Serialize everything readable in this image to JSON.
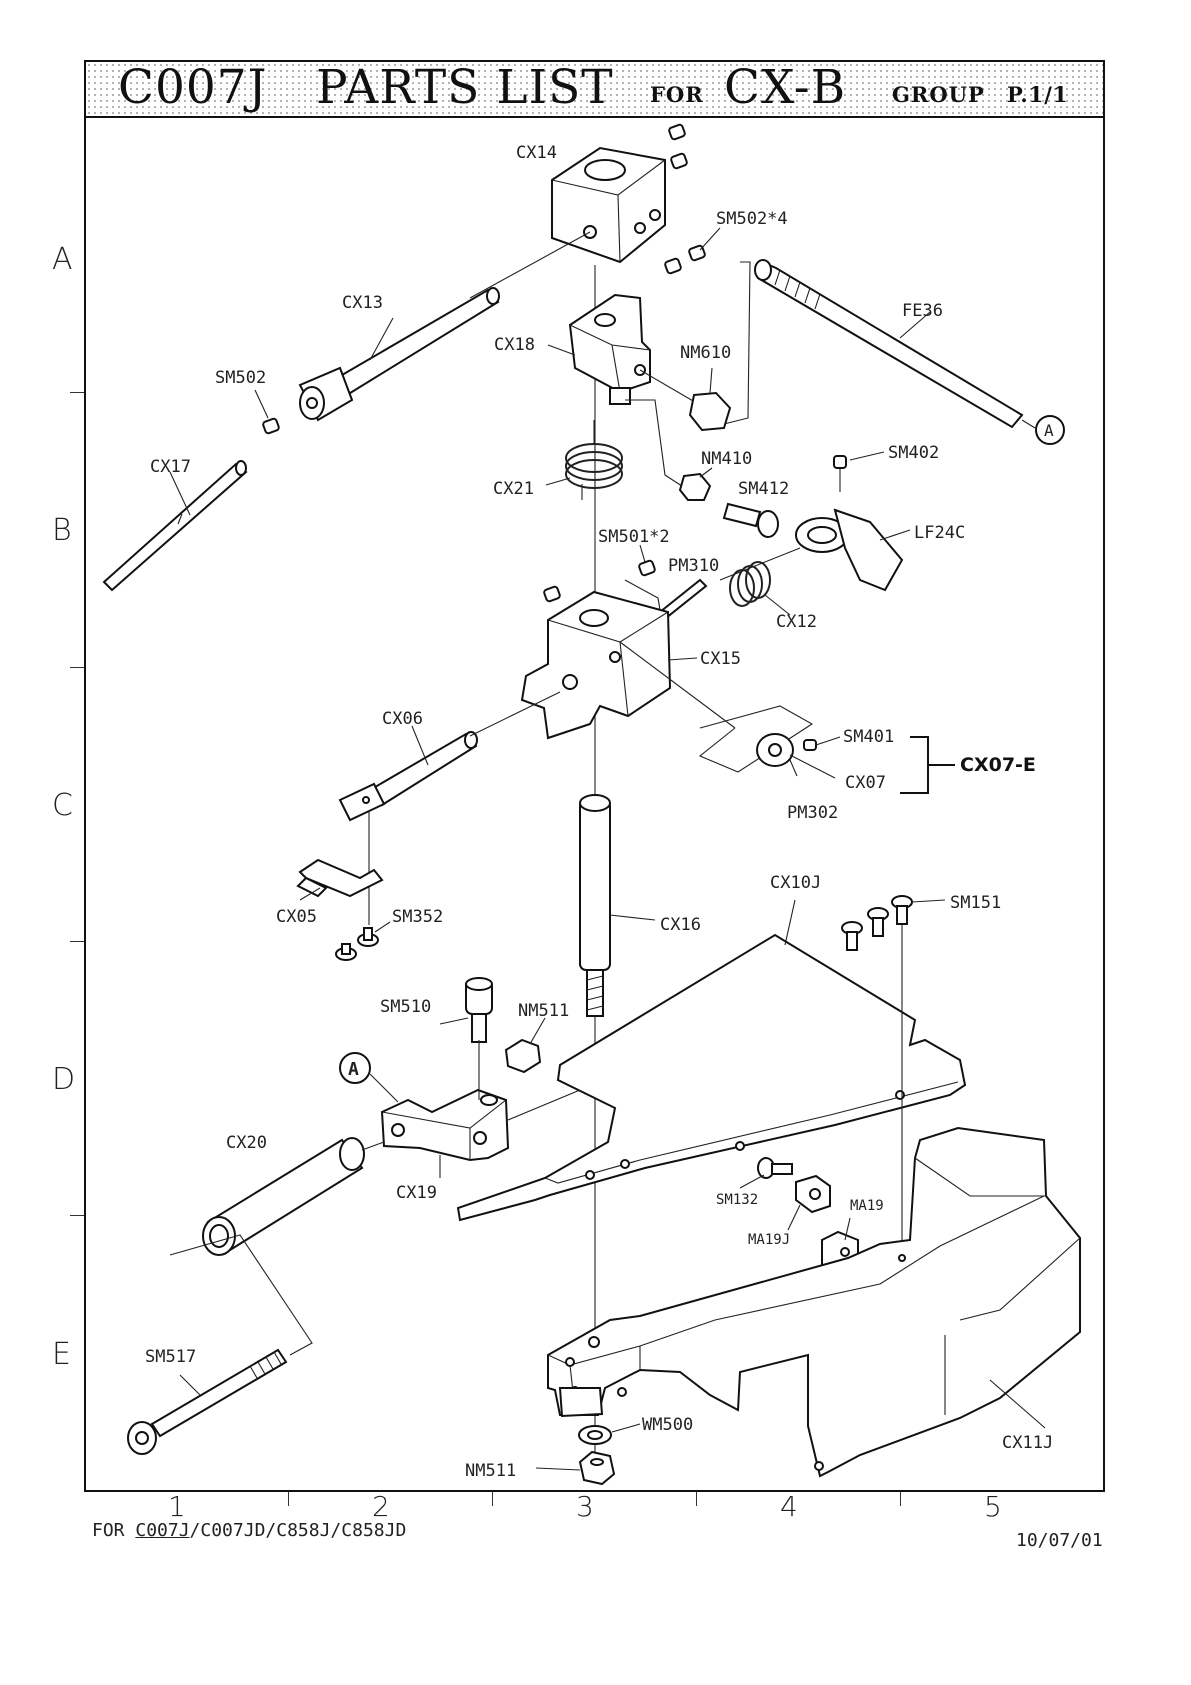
{
  "header": {
    "model": "C007J",
    "parts_list": "PARTS LIST",
    "for_word": "FOR",
    "group_code": "CX-B",
    "group_word": "GROUP",
    "page": "P.1/1"
  },
  "grid": {
    "rows": [
      "A",
      "B",
      "C",
      "D",
      "E"
    ],
    "columns": [
      "1",
      "2",
      "3",
      "4",
      "5"
    ]
  },
  "footer": {
    "for_label": "FOR",
    "models_primary": "C007J",
    "models_rest": "/C007JD/C858J/C858JD",
    "date": "10/07/01"
  },
  "callouts": {
    "cx14": "CX14",
    "sm502_4": "SM502*4",
    "fe36": "FE36",
    "cx13": "CX13",
    "cx18": "CX18",
    "nm610": "NM610",
    "sm502": "SM502",
    "cx17": "CX17",
    "cx21": "CX21",
    "nm410": "NM410",
    "sm412": "SM412",
    "sm402": "SM402",
    "lf24c": "LF24C",
    "sm501_2": "SM501*2",
    "pm310": "PM310",
    "cx12": "CX12",
    "cx15": "CX15",
    "cx06": "CX06",
    "sm401": "SM401",
    "cx07": "CX07",
    "pm302": "PM302",
    "cx07e": "CX07-E",
    "cx10j": "CX10J",
    "sm151": "SM151",
    "cx16": "CX16",
    "cx05": "CX05",
    "sm352": "SM352",
    "sm510": "SM510",
    "nm511_top": "NM511",
    "cx20": "CX20",
    "cx19": "CX19",
    "sm132": "SM132",
    "ma19": "MA19",
    "ma19j": "MA19J",
    "sm517": "SM517",
    "wm500": "WM500",
    "nm511_bottom": "NM511",
    "cx11j": "CX11J",
    "ref_a": "A"
  }
}
